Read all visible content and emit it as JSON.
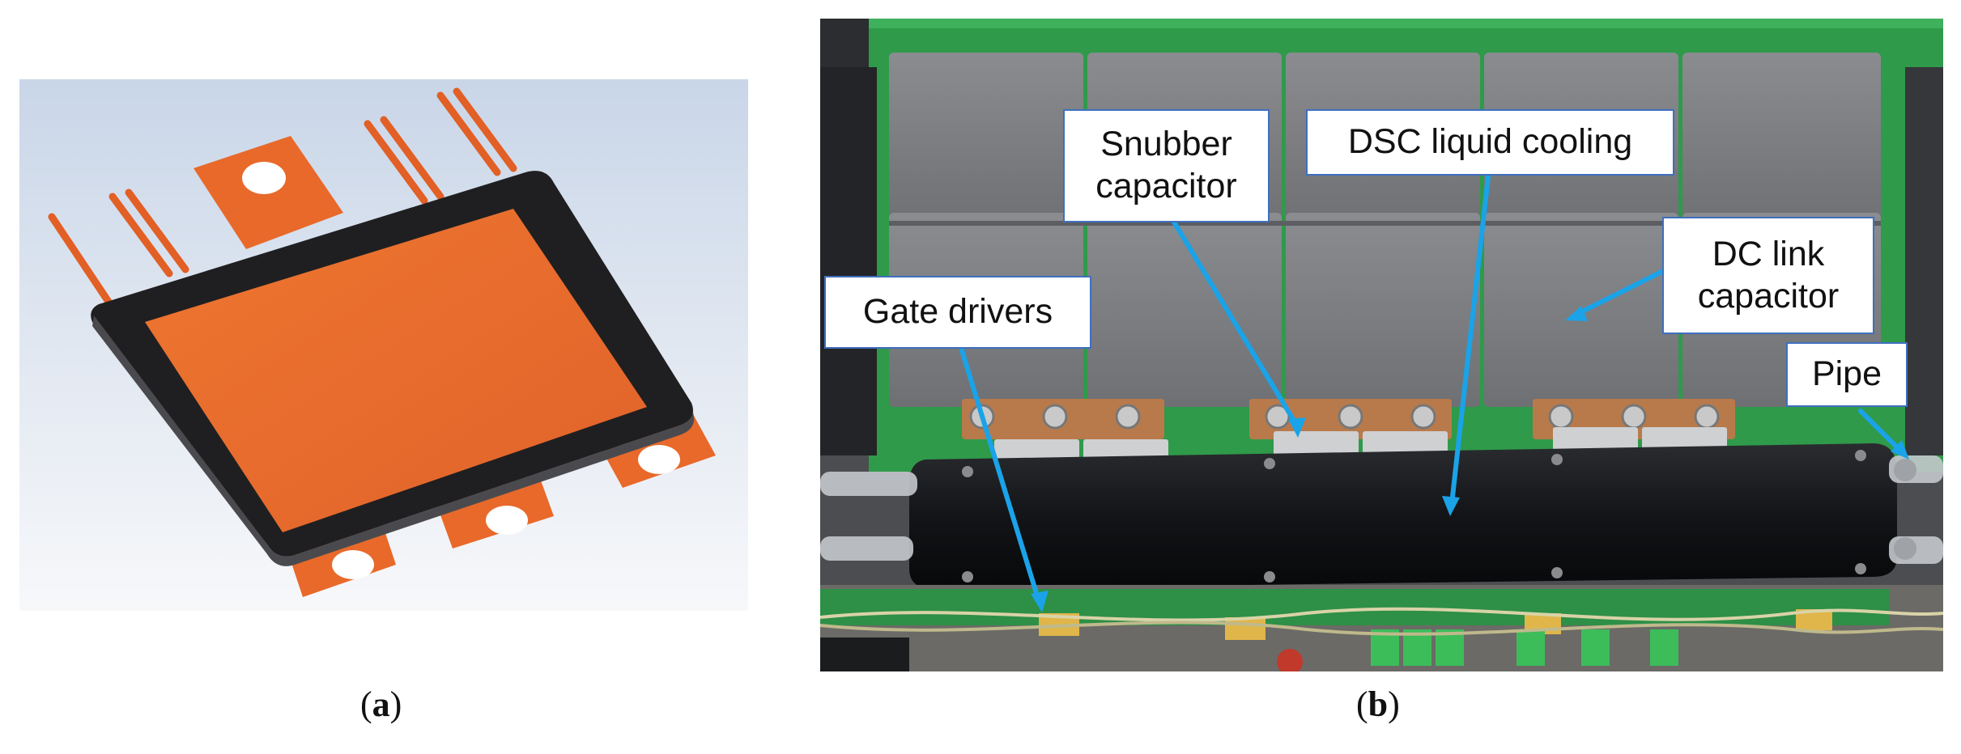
{
  "panels": {
    "a": {
      "label_open": "(",
      "label_letter": "a",
      "label_close": ")"
    },
    "b": {
      "label_open": "(",
      "label_letter": "b",
      "label_close": ")"
    }
  },
  "annotations": {
    "snubber": "Snubber\ncapacitor",
    "dsc_cooling": "DSC liquid cooling",
    "gate_drivers": "Gate drivers",
    "dc_link": "DC link\ncapacitor",
    "pipe": "Pipe"
  },
  "colors": {
    "copper_orange": "#e8692a",
    "module_body": "#2f2f31",
    "capacitor_grey": "#7d7f83",
    "pcb_green": "#2f9a4a",
    "arrow_blue": "#1aa3e8",
    "callout_border": "#3f6fbf"
  }
}
